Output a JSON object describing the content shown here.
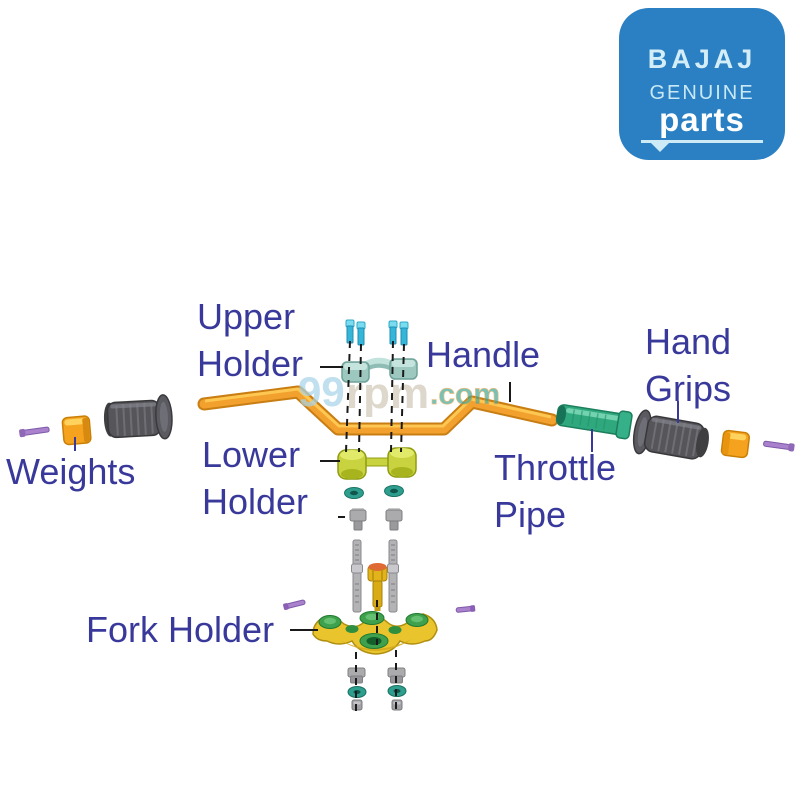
{
  "logo": {
    "brand": "BAJAJ",
    "genuine": "GENUINE",
    "parts": "parts",
    "bg_color": "#2A80C2",
    "text_color": "#D4EEF9"
  },
  "watermark": {
    "part1": "99",
    "part2": "rpm",
    "part3": ".com"
  },
  "labels": {
    "upper_holder": {
      "line1": "Upper",
      "line2": "Holder"
    },
    "handle": {
      "line1": "Handle"
    },
    "hand_grips": {
      "line1": "Hand",
      "line2": "Grips"
    },
    "weights": {
      "line1": "Weights"
    },
    "lower_holder": {
      "line1": "Lower",
      "line2": "Holder"
    },
    "throttle_pipe": {
      "line1": "Throttle",
      "line2": "Pipe"
    },
    "fork_holder": {
      "line1": "Fork Holder"
    }
  },
  "colors": {
    "label_text": "#39399B",
    "handlebar_orange": "#F2A12E",
    "grip_gray": "#55555A",
    "throttle_green": "#2FA87E",
    "upper_holder_teal": "#9CC8C0",
    "lower_holder_green": "#C9D23F",
    "fork_holder_yellow": "#E9C42C",
    "boss_green": "#3FA14D",
    "bolt_cyan": "#35B5D8",
    "weight_orange": "#F5A31F",
    "screw_purple": "#A981CC",
    "steel_gray": "#ABABAD",
    "gold_bolt": "#E3B31C",
    "oring_teal": "#2E9E8E"
  }
}
